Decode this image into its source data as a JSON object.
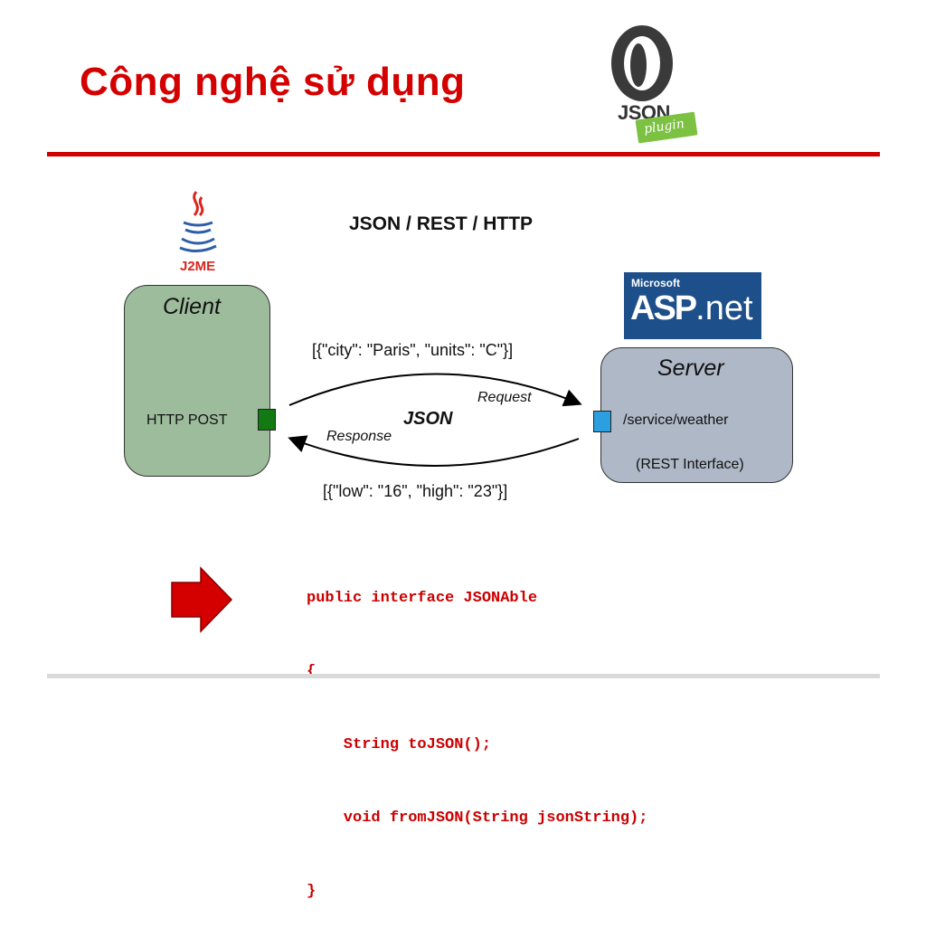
{
  "slide": {
    "title": "Công nghệ sử dụng"
  },
  "logos": {
    "json_plugin_word": "JSON",
    "json_plugin_tag": "plugin",
    "j2me": "J2ME",
    "asp_microsoft": "Microsoft",
    "asp_main": "ASP",
    "asp_net": ".net"
  },
  "diagram": {
    "protocol_title": "JSON / REST / HTTP",
    "client": {
      "title": "Client",
      "method": "HTTP POST"
    },
    "server": {
      "title": "Server",
      "endpoint": "/service/weather",
      "interface": "(REST Interface)"
    },
    "request_body": "[{\"city\": \"Paris\", \"units\": \"C\"}]",
    "response_body": "[{\"low\": \"16\", \"high\": \"23\"}]",
    "request_label": "Request",
    "response_label": "Response",
    "format_label": "JSON"
  },
  "code": {
    "lines": [
      "public interface JSONAble",
      "{",
      "    String toJSON();",
      "    void fromJSON(String jsonString);",
      "}"
    ]
  },
  "colors": {
    "accent": "#cc0000",
    "client_box": "#9dbc9c",
    "server_box": "#aeb8c7",
    "client_port": "#137a13",
    "server_port": "#2b9fe0"
  }
}
